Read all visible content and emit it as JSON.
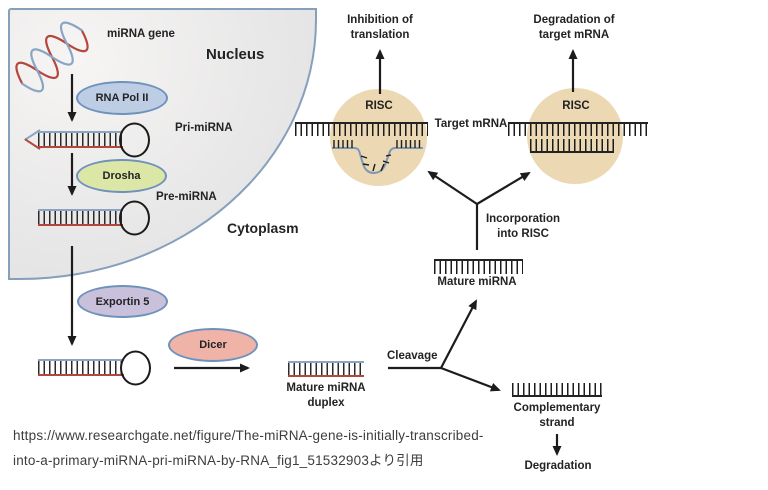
{
  "title": "miRNA biogenesis pathway figure",
  "labels": {
    "mirna_gene": "miRNA gene",
    "nucleus": "Nucleus",
    "rna_pol_ii": "RNA Pol II",
    "pri_mirna": "Pri-miRNA",
    "drosha": "Drosha",
    "pre_mirna": "Pre-miRNA",
    "cytoplasm": "Cytoplasm",
    "exportin5": "Exportin 5",
    "dicer": "Dicer",
    "mature_duplex_line1": "Mature miRNA",
    "mature_duplex_line2": "duplex",
    "cleavage": "Cleavage",
    "mature_mirna": "Mature miRNA",
    "incorporation_line1": "Incorporation",
    "incorporation_line2": "into RISC",
    "risc": "RISC",
    "target_mrna": "Target mRNA",
    "inhibition_line1": "Inhibition of",
    "inhibition_line2": "translation",
    "degradation_top_line1": "Degradation of",
    "degradation_top_line2": "target mRNA",
    "complementary_line1": "Complementary",
    "complementary_line2": "strand",
    "degradation_bottom": "Degradation"
  },
  "citation": {
    "line1": "https://www.researchgate.net/figure/The-miRNA-gene-is-initially-transcribed-",
    "line2": "into-a-primary-miRNA-pri-miRNA-by-RNA_fig1_51532903より引用"
  },
  "colors": {
    "nucleus_border": "#86a0bc",
    "rna_pol_ii_fill": "#bccde4",
    "drosha_fill": "#dce6a7",
    "exportin5_fill": "#c9c0dc",
    "dicer_fill": "#f0b3a8",
    "enzyme_border": "#6f92bc",
    "risc_fill": "#ecd9b4",
    "strand_blue": "#8aa5c4",
    "strand_red": "#b5463c",
    "line_black": "#1c1c1c"
  }
}
